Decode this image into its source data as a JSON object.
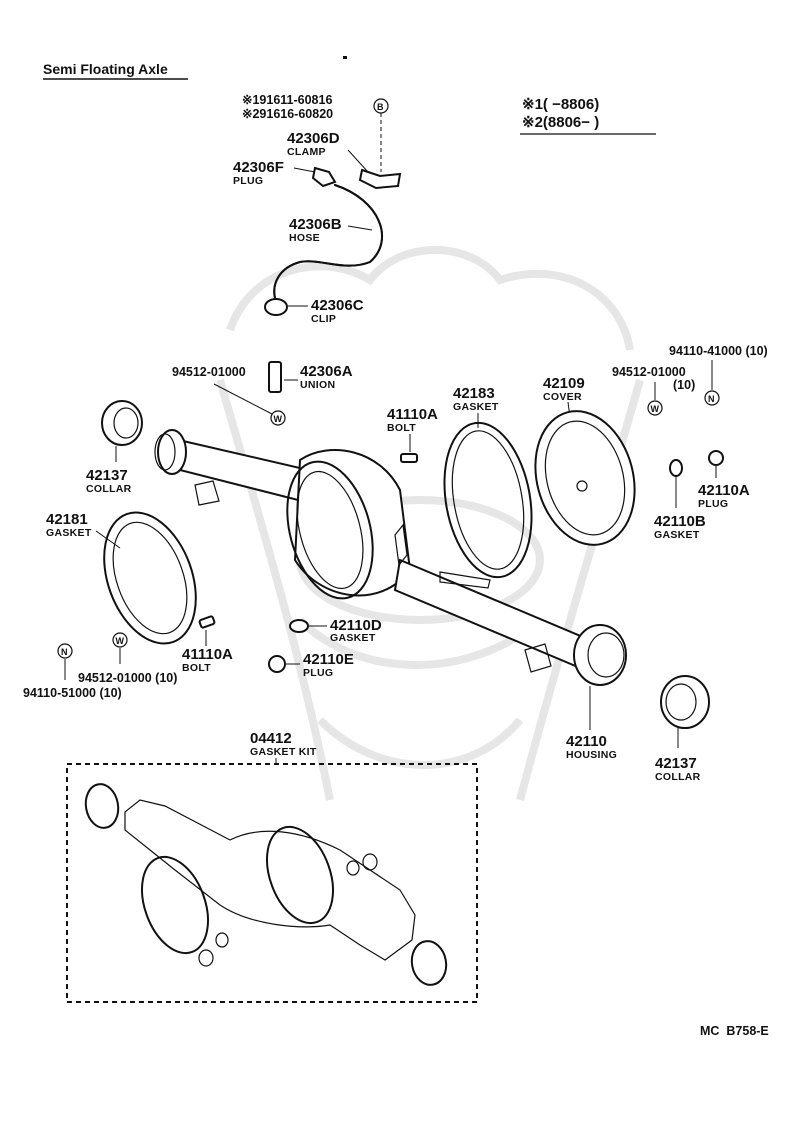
{
  "title": "Semi Floating Axle",
  "code": "MC  B758-E",
  "variant_legend": {
    "line1": "※1(     −8806)",
    "line2": "※2(8806−      )"
  },
  "top_alternates": {
    "line1": "※191611-60816",
    "line2": "※291616-60820",
    "symbol": "B"
  },
  "parts": {
    "p42306D": {
      "number": "42306D",
      "name": "CLAMP"
    },
    "p42306F": {
      "number": "42306F",
      "name": "PLUG"
    },
    "p42306B": {
      "number": "42306B",
      "name": "HOSE"
    },
    "p42306C": {
      "number": "42306C",
      "name": "CLIP"
    },
    "p42306A": {
      "number": "42306A",
      "name": "UNION"
    },
    "w_left_union": {
      "number": "94512-01000",
      "symbol": "W"
    },
    "p42183": {
      "number": "42183",
      "name": "GASKET"
    },
    "p42109": {
      "number": "42109",
      "name": "COVER"
    },
    "w_right": {
      "number": "94512-01000",
      "qty": "(10)",
      "symbol": "W"
    },
    "n_right": {
      "number": "94110-41000 (10)",
      "symbol": "N"
    },
    "p41110A_top": {
      "number": "41110A",
      "name": "BOLT"
    },
    "p42137_left": {
      "number": "42137",
      "name": "COLLAR"
    },
    "p42181": {
      "number": "42181",
      "name": "GASKET"
    },
    "p42110A": {
      "number": "42110A",
      "name": "PLUG"
    },
    "p42110B": {
      "number": "42110B",
      "name": "GASKET"
    },
    "p42110D": {
      "number": "42110D",
      "name": "GASKET"
    },
    "p42110E": {
      "number": "42110E",
      "name": "PLUG"
    },
    "p41110A_bottom": {
      "number": "41110A",
      "name": "BOLT"
    },
    "w_left_bottom": {
      "number": "94512-01000 (10)",
      "symbol": "W"
    },
    "n_left_bottom": {
      "number": "94110-51000 (10)",
      "symbol": "N"
    },
    "p42110": {
      "number": "42110",
      "name": "HOUSING"
    },
    "p42137_right": {
      "number": "42137",
      "name": "COLLAR"
    },
    "p04412": {
      "number": "04412",
      "name": "GASKET KIT"
    }
  }
}
